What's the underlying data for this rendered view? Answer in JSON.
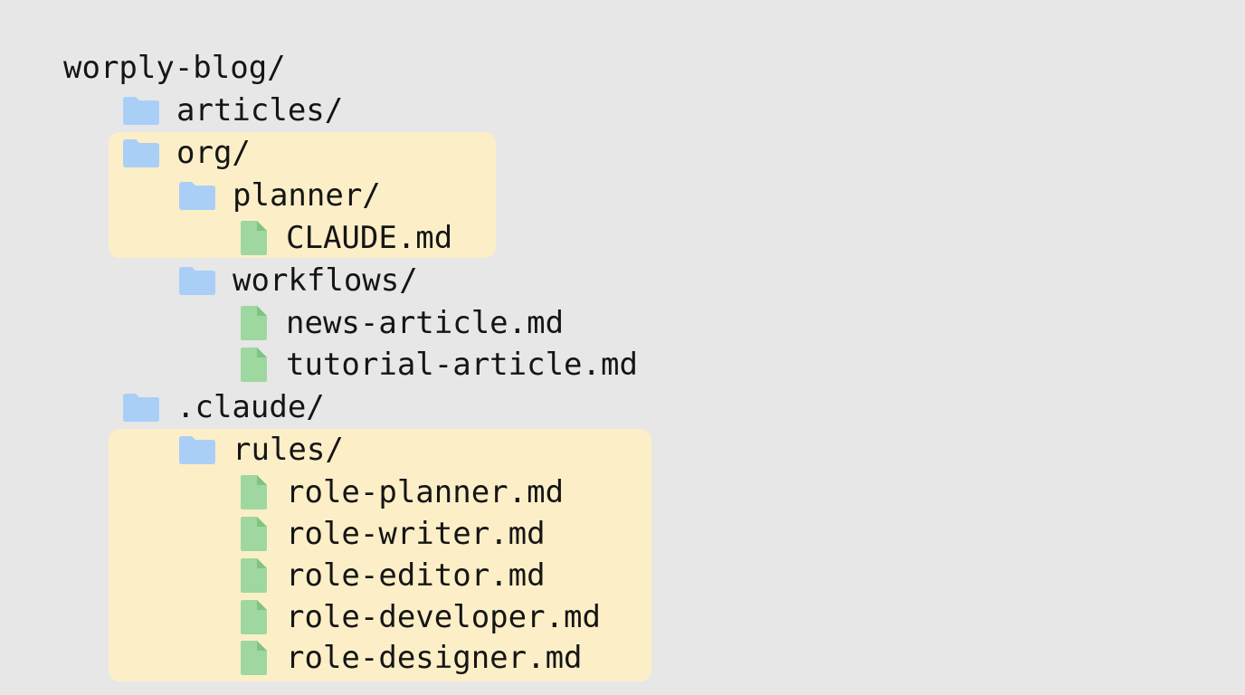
{
  "tree": {
    "root": "worply-blog/",
    "articles": "articles/",
    "org": "org/",
    "planner": "planner/",
    "claude_md": "CLAUDE.md",
    "workflows": "workflows/",
    "news_article": "news-article.md",
    "tutorial_article": "tutorial-article.md",
    "dot_claude": ".claude/",
    "rules": "rules/",
    "role_planner": "role-planner.md",
    "role_writer": "role-writer.md",
    "role_editor": "role-editor.md",
    "role_developer": "role-developer.md",
    "role_designer": "role-designer.md"
  },
  "colors": {
    "background": "#e7e7e7",
    "highlight": "#fcefc7",
    "folder": "#a9cff7",
    "file": "#9ed8a0",
    "text": "#151515"
  },
  "icons": {
    "folder": "folder-icon",
    "file": "file-icon"
  }
}
